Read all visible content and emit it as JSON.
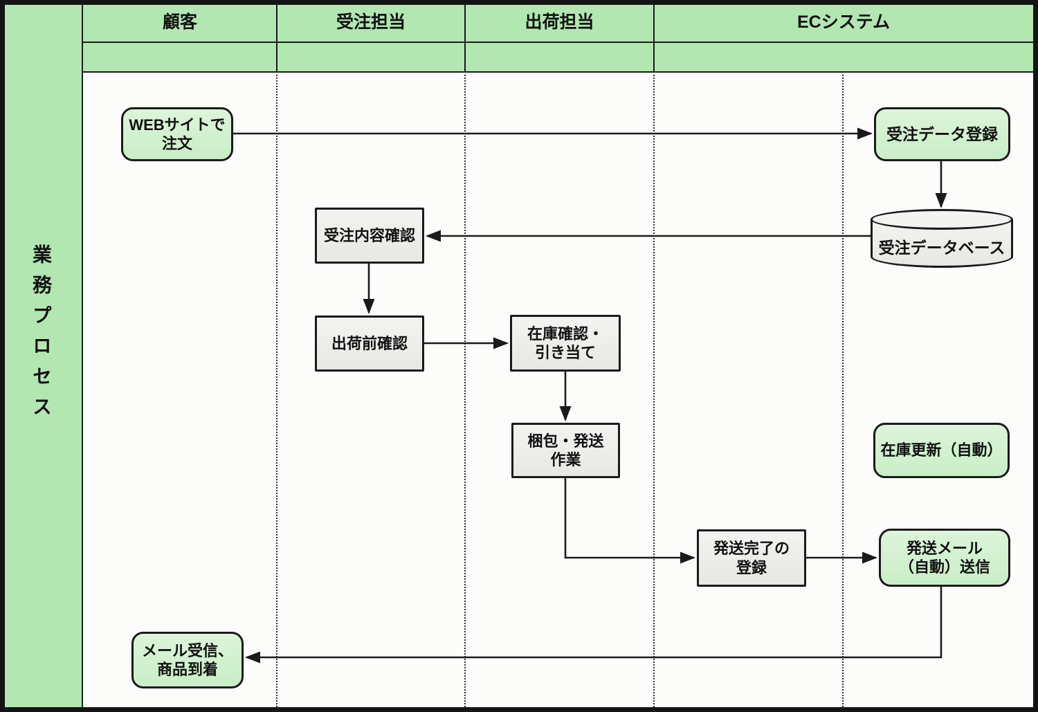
{
  "sidebar": {
    "title": "業務プロセス"
  },
  "lanes": [
    {
      "label": "顧客"
    },
    {
      "label": "受注担当"
    },
    {
      "label": "出荷担当"
    },
    {
      "label": "ECシステム"
    }
  ],
  "nodes": {
    "web_order": {
      "label": "WEBサイトで\n注文",
      "shape": "rounded",
      "lane": "顧客"
    },
    "order_register": {
      "label": "受注データ登録",
      "shape": "rounded",
      "lane": "ECシステム"
    },
    "order_db": {
      "label": "受注データベース",
      "shape": "cylinder",
      "lane": "ECシステム"
    },
    "order_check": {
      "label": "受注内容確認",
      "shape": "rect",
      "lane": "受注担当"
    },
    "preship_check": {
      "label": "出荷前確認",
      "shape": "rect",
      "lane": "受注担当"
    },
    "stock_check": {
      "label": "在庫確認・\n引き当て",
      "shape": "rect",
      "lane": "出荷担当"
    },
    "packing": {
      "label": "梱包・発送\n作業",
      "shape": "rect",
      "lane": "出荷担当"
    },
    "ship_complete": {
      "label": "発送完了の\n登録",
      "shape": "rect",
      "lane": "出荷担当"
    },
    "ship_mail": {
      "label": "発送メール\n（自動）送信",
      "shape": "rounded",
      "lane": "ECシステム"
    },
    "stock_update": {
      "label": "在庫更新（自動）",
      "shape": "rounded",
      "lane": "ECシステム"
    },
    "mail_receive": {
      "label": "メール受信、\n商品到着",
      "shape": "rounded",
      "lane": "顧客"
    }
  },
  "flows": [
    "WEBサイトで注文 → 受注データ登録",
    "受注データ登録 → 受注データベース",
    "受注データベース → 受注内容確認",
    "受注内容確認 → 出荷前確認",
    "出荷前確認 → 在庫確認・引き当て",
    "在庫確認・引き当て → 梱包・発送作業",
    "梱包・発送作業 → 発送完了の登録",
    "発送完了の登録 → 発送メール（自動）送信",
    "発送メール（自動）送信 → メール受信、商品到着"
  ],
  "colors": {
    "lane-green": "#b2e7b2",
    "node-green-light": "#ddf4da",
    "node-green-dark": "#c8eec6",
    "node-gray-light": "#f3f3f1",
    "node-gray-dark": "#e7e7e4",
    "line-black": "#1a1a1a",
    "bg": "#fcfcfa"
  }
}
